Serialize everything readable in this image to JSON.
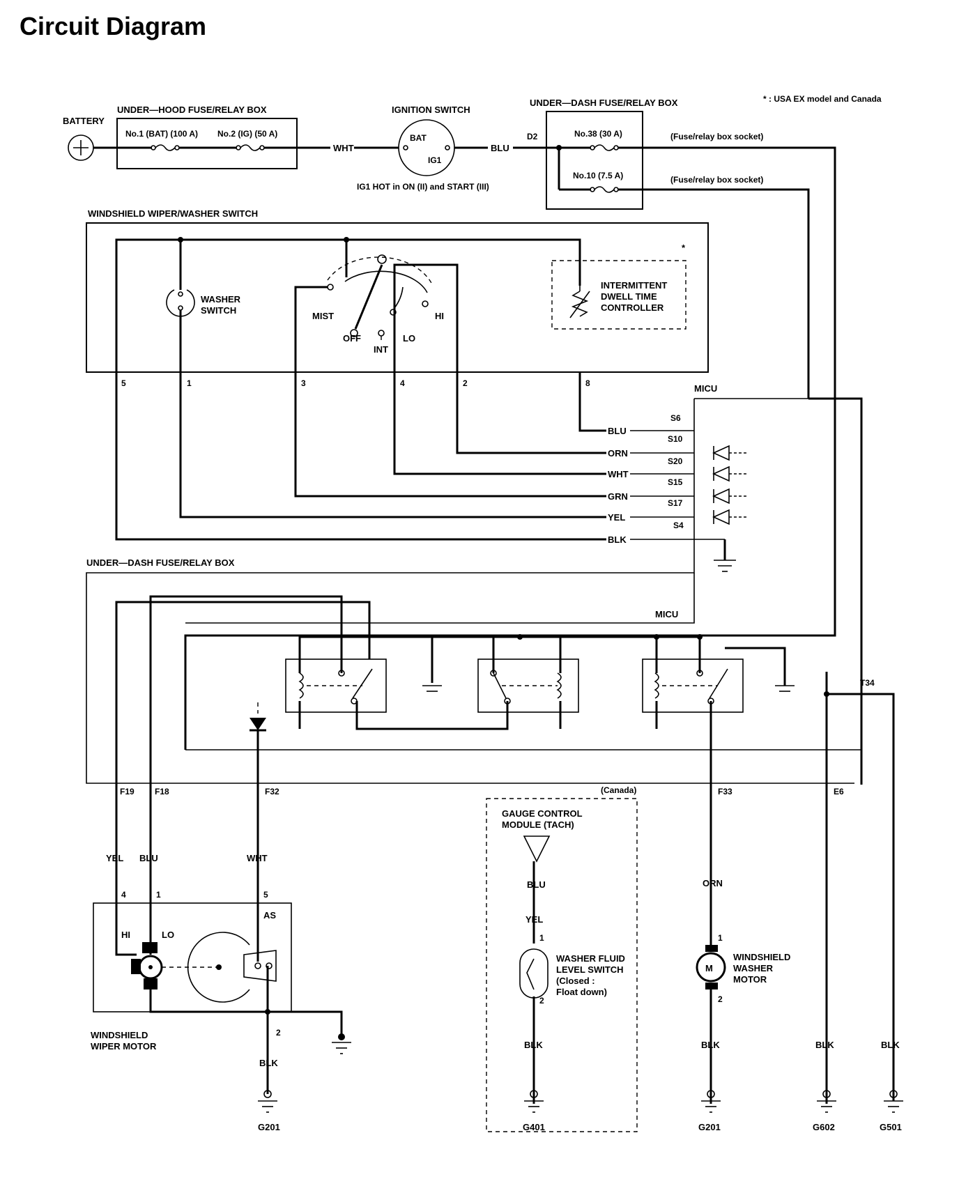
{
  "title": "Circuit Diagram",
  "note": "* : USA EX model and Canada",
  "labels": {
    "battery": "BATTERY",
    "underhood_box": "UNDER—HOOD FUSE/RELAY BOX",
    "fuse_no1": "No.1 (BAT) (100 A)",
    "fuse_no2": "No.2 (IG) (50 A)",
    "ignition_switch": "IGNITION SWITCH",
    "ign_bat": "BAT",
    "ign_ig1": "IG1",
    "ign_note": "IG1 HOT in ON (II) and START (III)",
    "underdash_box_top": "UNDER—DASH FUSE/RELAY BOX",
    "d2": "D2",
    "fuse_no38": "No.38 (30 A)",
    "fuse_no10": "No.10 (7.5 A)",
    "socket1": "(Fuse/relay box socket)",
    "socket2": "(Fuse/relay box socket)",
    "wiper_switch": "WINDSHIELD WIPER/WASHER SWITCH",
    "washer_switch_1": "WASHER",
    "washer_switch_2": "SWITCH",
    "mist": "MIST",
    "off": "OFF",
    "int": "INT",
    "lo": "LO",
    "hi": "HI",
    "star": "*",
    "idtc_1": "INTERMITTENT",
    "idtc_2": "DWELL TIME",
    "idtc_3": "CONTROLLER",
    "micu_top": "MICU",
    "micu_mid": "MICU",
    "underdash_box_mid": "UNDER—DASH FUSE/RELAY BOX",
    "t34": "T34",
    "canada": "(Canada)",
    "gauge_1": "GAUGE CONTROL",
    "gauge_2": "MODULE (TACH)",
    "fluid_1": "WASHER FLUID",
    "fluid_2": "LEVEL SWITCH",
    "fluid_3": "(Closed :",
    "fluid_4": "Float down)",
    "washer_motor_1": "WINDSHIELD",
    "washer_motor_2": "WASHER",
    "washer_motor_3": "MOTOR",
    "motor_m": "M",
    "wiper_motor_1": "WINDSHIELD",
    "wiper_motor_2": "WIPER MOTOR",
    "as": "AS",
    "motor_hi": "HI",
    "motor_lo": "LO"
  },
  "wire_colors": {
    "wht": "WHT",
    "blu": "BLU",
    "s_blu": "BLU",
    "s_orn": "ORN",
    "s_wht": "WHT",
    "s_grn": "GRN",
    "s_yel": "YEL",
    "s_blk": "BLK",
    "yel": "YEL",
    "blu2": "BLU",
    "wht2": "WHT",
    "g_blu": "BLU",
    "g_yel": "YEL",
    "g_blk": "BLK",
    "orn": "ORN",
    "blk_wm": "BLK",
    "blk_motor": "BLK",
    "blk_g602": "BLK",
    "blk_g501": "BLK"
  },
  "pins": {
    "sw5": "5",
    "sw1": "1",
    "sw3": "3",
    "sw4": "4",
    "sw2": "2",
    "sw8": "8",
    "s6": "S6",
    "s10": "S10",
    "s20": "S20",
    "s15": "S15",
    "s17": "S17",
    "s4": "S4",
    "f19": "F19",
    "f18": "F18",
    "f32": "F32",
    "f33": "F33",
    "e6": "E6",
    "m4": "4",
    "m1": "1",
    "m5": "5",
    "m2": "2",
    "g1": "1",
    "g2": "2",
    "wm1": "1",
    "wm2": "2"
  },
  "grounds": {
    "g201a": "G201",
    "g401": "G401",
    "g201b": "G201",
    "g602": "G602",
    "g501": "G501"
  }
}
